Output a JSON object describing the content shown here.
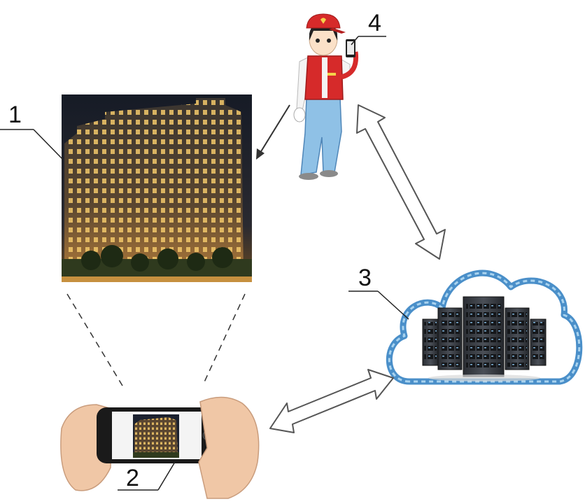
{
  "labels": {
    "building": "1",
    "phone": "2",
    "cloud": "3",
    "worker": "4"
  },
  "icons": {
    "building": "building-photo",
    "phone": "smartphone-in-hands",
    "cloud": "cloud-server",
    "worker": "volunteer-worker"
  },
  "colors": {
    "cloud_outline": "#4a8fc9",
    "vest": "#d62a2a",
    "arrow_fill": "#ffffff",
    "arrow_stroke": "#555555",
    "night_sky": "#1c2230",
    "building_light": "#f2c86a"
  }
}
